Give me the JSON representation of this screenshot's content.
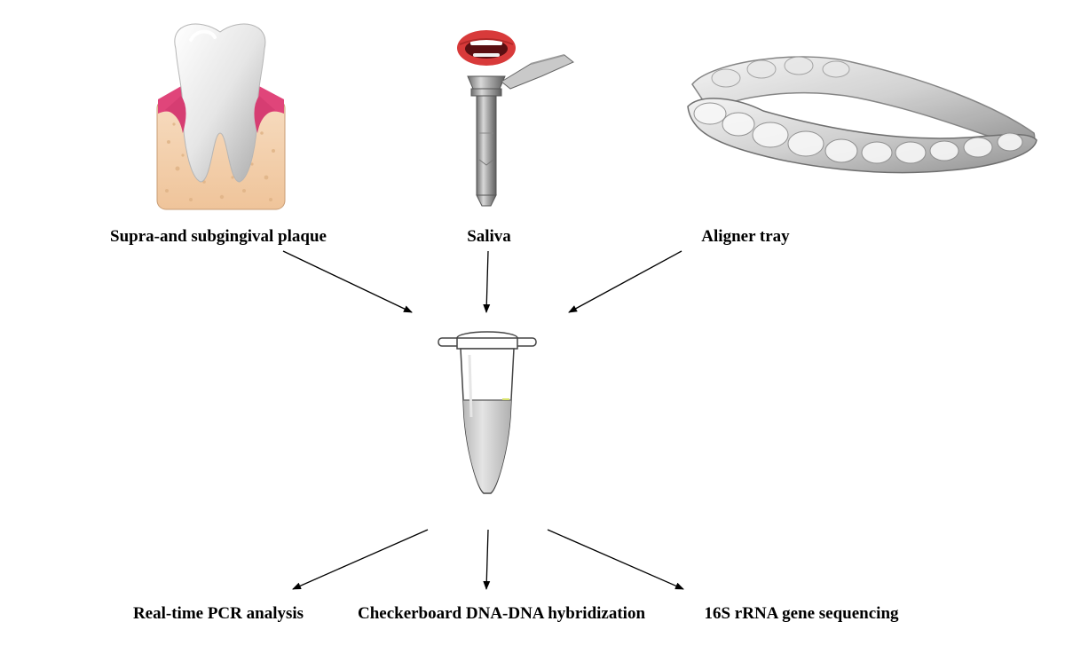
{
  "sources": [
    {
      "id": "plaque",
      "label": "Supra-and subgingival plaque",
      "icon": "tooth-in-gum-icon"
    },
    {
      "id": "saliva",
      "label": "Saliva",
      "icon": "saliva-collection-tube-icon"
    },
    {
      "id": "aligner",
      "label": "Aligner tray",
      "icon": "clear-aligner-tray-icon"
    }
  ],
  "center": {
    "icon": "microcentrifuge-tube-icon"
  },
  "analyses": [
    {
      "id": "pcr",
      "label": "Real-time PCR analysis"
    },
    {
      "id": "checkerboard",
      "label": "Checkerboard DNA-DNA hybridization"
    },
    {
      "id": "seq16s",
      "label": "16S rRNA gene sequencing"
    }
  ],
  "colors": {
    "gum": "#e0457a",
    "bone": "#f4d2ae",
    "tooth": "#f2f2f2",
    "lips": "#d83a3a",
    "tube": "#9c9c9c",
    "arrow": "#000000"
  }
}
